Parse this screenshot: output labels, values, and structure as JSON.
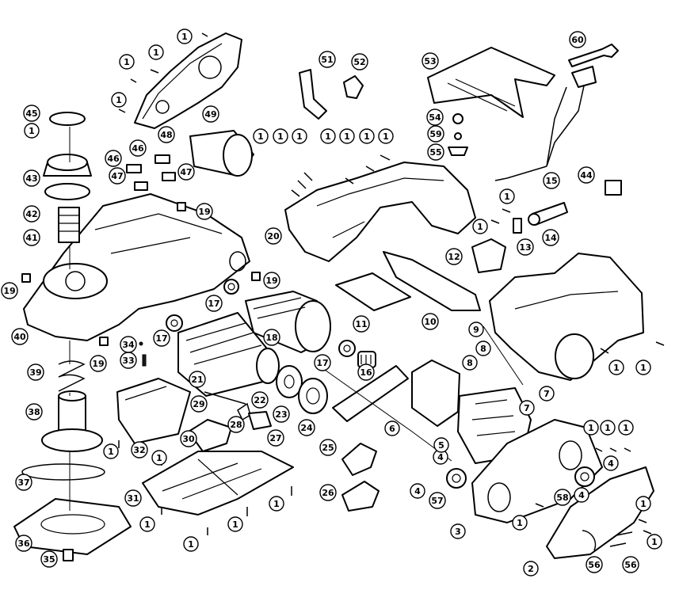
{
  "callouts": [
    "1",
    "2",
    "3",
    "4",
    "5",
    "6",
    "7",
    "8",
    "9",
    "10",
    "11",
    "12",
    "13",
    "14",
    "15",
    "16",
    "17",
    "18",
    "19",
    "20",
    "21",
    "22",
    "23",
    "24",
    "25",
    "26",
    "27",
    "28",
    "29",
    "30",
    "31",
    "32",
    "33",
    "34",
    "35",
    "36",
    "37",
    "38",
    "39",
    "40",
    "41",
    "42",
    "43",
    "44",
    "45",
    "46",
    "47",
    "48",
    "49",
    "51",
    "52",
    "53",
    "54",
    "55",
    "56",
    "57",
    "58",
    "59",
    "60"
  ],
  "colors": {
    "line": "#000000",
    "background": "#ffffff"
  }
}
